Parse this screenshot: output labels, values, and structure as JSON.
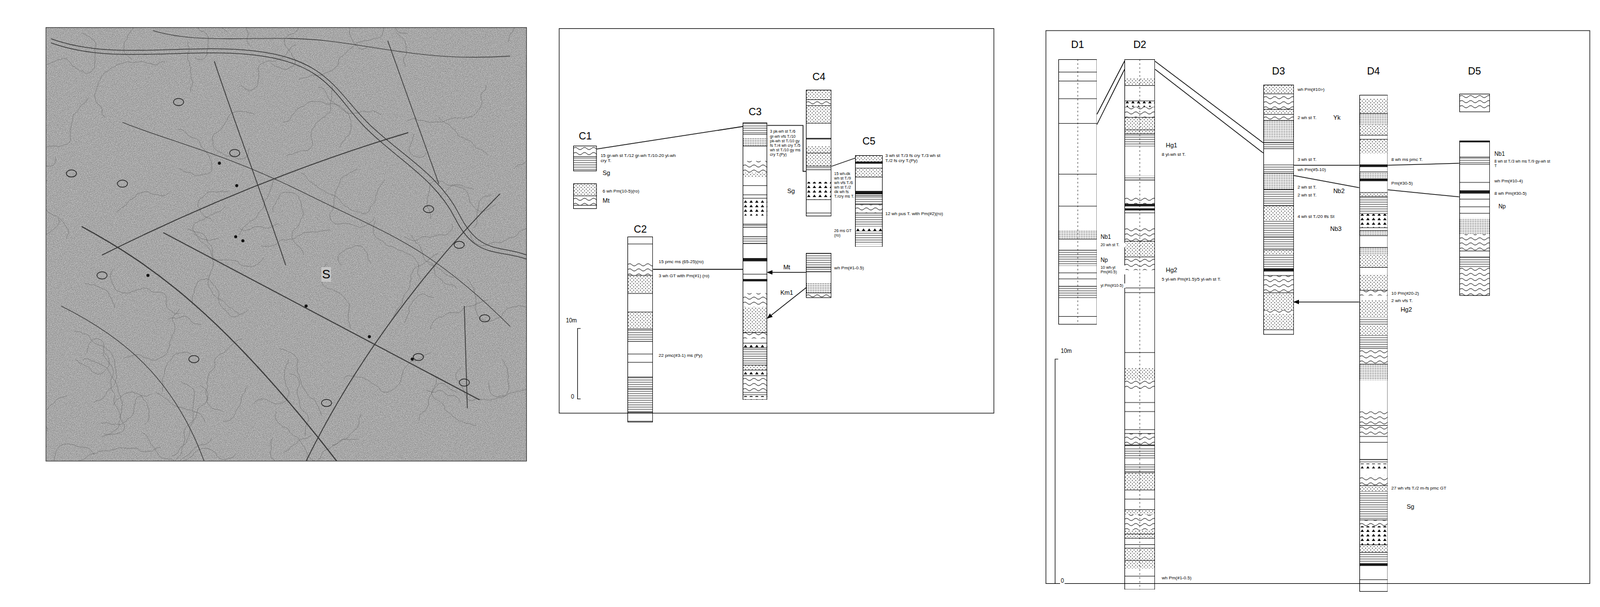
{
  "diagram": {
    "nodes": [
      {
        "text": [
          "C1"
        ]
      },
      {
        "text": [
          "C2"
        ]
      },
      {
        "text": [
          "C3"
        ]
      },
      {
        "text": [
          "C4"
        ]
      },
      {
        "text": [
          "C5"
        ]
      },
      {
        "text": [
          "D1"
        ]
      },
      {
        "text": [
          "D2"
        ]
      },
      {
        "text": [
          "D3"
        ]
      },
      {
        "text": [
          "D4"
        ]
      },
      {
        "text": [
          "D5"
        ]
      }
    ],
    "edges": [
      {
        "from": 0,
        "to": 2,
        "arrow": "none"
      },
      {
        "from": 1,
        "to": 2,
        "arrow": "none"
      },
      {
        "from": 2,
        "to": 3,
        "arrow": "none"
      },
      {
        "from": 3,
        "to": 4,
        "arrow": "none"
      },
      {
        "from": 3,
        "to": 2,
        "arrow": "to",
        "label": "Mt"
      },
      {
        "from": 3,
        "to": 2,
        "arrow": "to",
        "label": "Km1"
      },
      {
        "from": 5,
        "to": 6,
        "arrow": "none"
      },
      {
        "from": 6,
        "to": 7,
        "arrow": "none"
      },
      {
        "from": 7,
        "to": 8,
        "arrow": "none"
      },
      {
        "from": 7,
        "to": 8,
        "arrow": "none"
      },
      {
        "from": 8,
        "to": 9,
        "arrow": "none"
      },
      {
        "from": 8,
        "to": 9,
        "arrow": "none"
      },
      {
        "from": 8,
        "to": 7,
        "arrow": "to"
      }
    ],
    "labels": [
      "15 gr-wh st T./12 gr-wh T./10-20 yl-wh cry T.",
      "Sg",
      "6 wh Pm(10-5)(ro)",
      "Mt",
      "15 pmc ms (65-25)(ro)",
      "3 wh GT with Pm(#1) (ro)",
      "22 pmc(#3-1) ms (Py)",
      "3 pk-wh st T./6 gr-wh vfs T./10 pk-wh st T./10 gy fs T./4 wh cry T./5 wh st T./10 gy ms cry T.(Py)",
      "Sg",
      "15 wh-dk wh st T./9 wh vfs T./6 wh st T./2 dk wh fs T./cry ms T.",
      "26 ms GT (ro)",
      "wh Pm(#1-0.5)",
      "3 wh st T./3 fs cry T./3 wh st T./2 fs cry T.(Py)",
      "12 wh pus T. with Pm(#2)(ro)",
      "10m",
      "0",
      "Nb1",
      "20 wh st T.",
      "Np",
      "10 wh-yl Pm(#0.5)",
      "yl Pm(#10-5)",
      "Hg1",
      "8 yl-wh st T.",
      "Hg2",
      "5 yl-wh Pm(#1.5)/5 yl-wh st T.",
      "wh Pm(#1-0.5)",
      "wh Pm(#10>)",
      "2 wh st T.",
      "Yk",
      "3 wh st T.",
      "wh Pm(#5-10)",
      "2 wh st T.",
      "2 wh st T.",
      "Nb2",
      "4 wh st T./20 tfs St",
      "Nb3",
      "8 wh ms pmc T.",
      "Pm(#30-5)",
      "10 Pm(#20-2)",
      "2 wh vfs T.",
      "Hg2",
      "27 wh vfs T./2 m-fs pmc GT",
      "Sg",
      "Nb1",
      "8 wh st T./3 wh ms T./9 gy-wh st T",
      "wh Pm(#10-4)",
      "8 wh Pm(#30-5)",
      "Np",
      "10m",
      "0",
      "S"
    ]
  }
}
